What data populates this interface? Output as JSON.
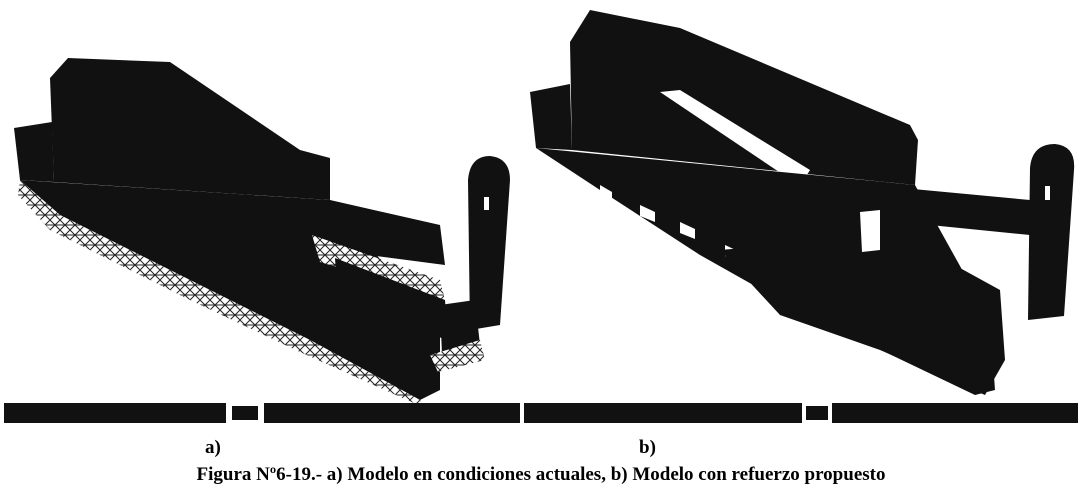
{
  "figure": {
    "panel_a_label": "a)",
    "panel_b_label": "b)",
    "caption": "Figura Nº6-19.- a) Modelo en condiciones actuales,  b) Modelo con refuerzo propuesto",
    "ink_color": "#111111",
    "background_color": "#ffffff"
  }
}
